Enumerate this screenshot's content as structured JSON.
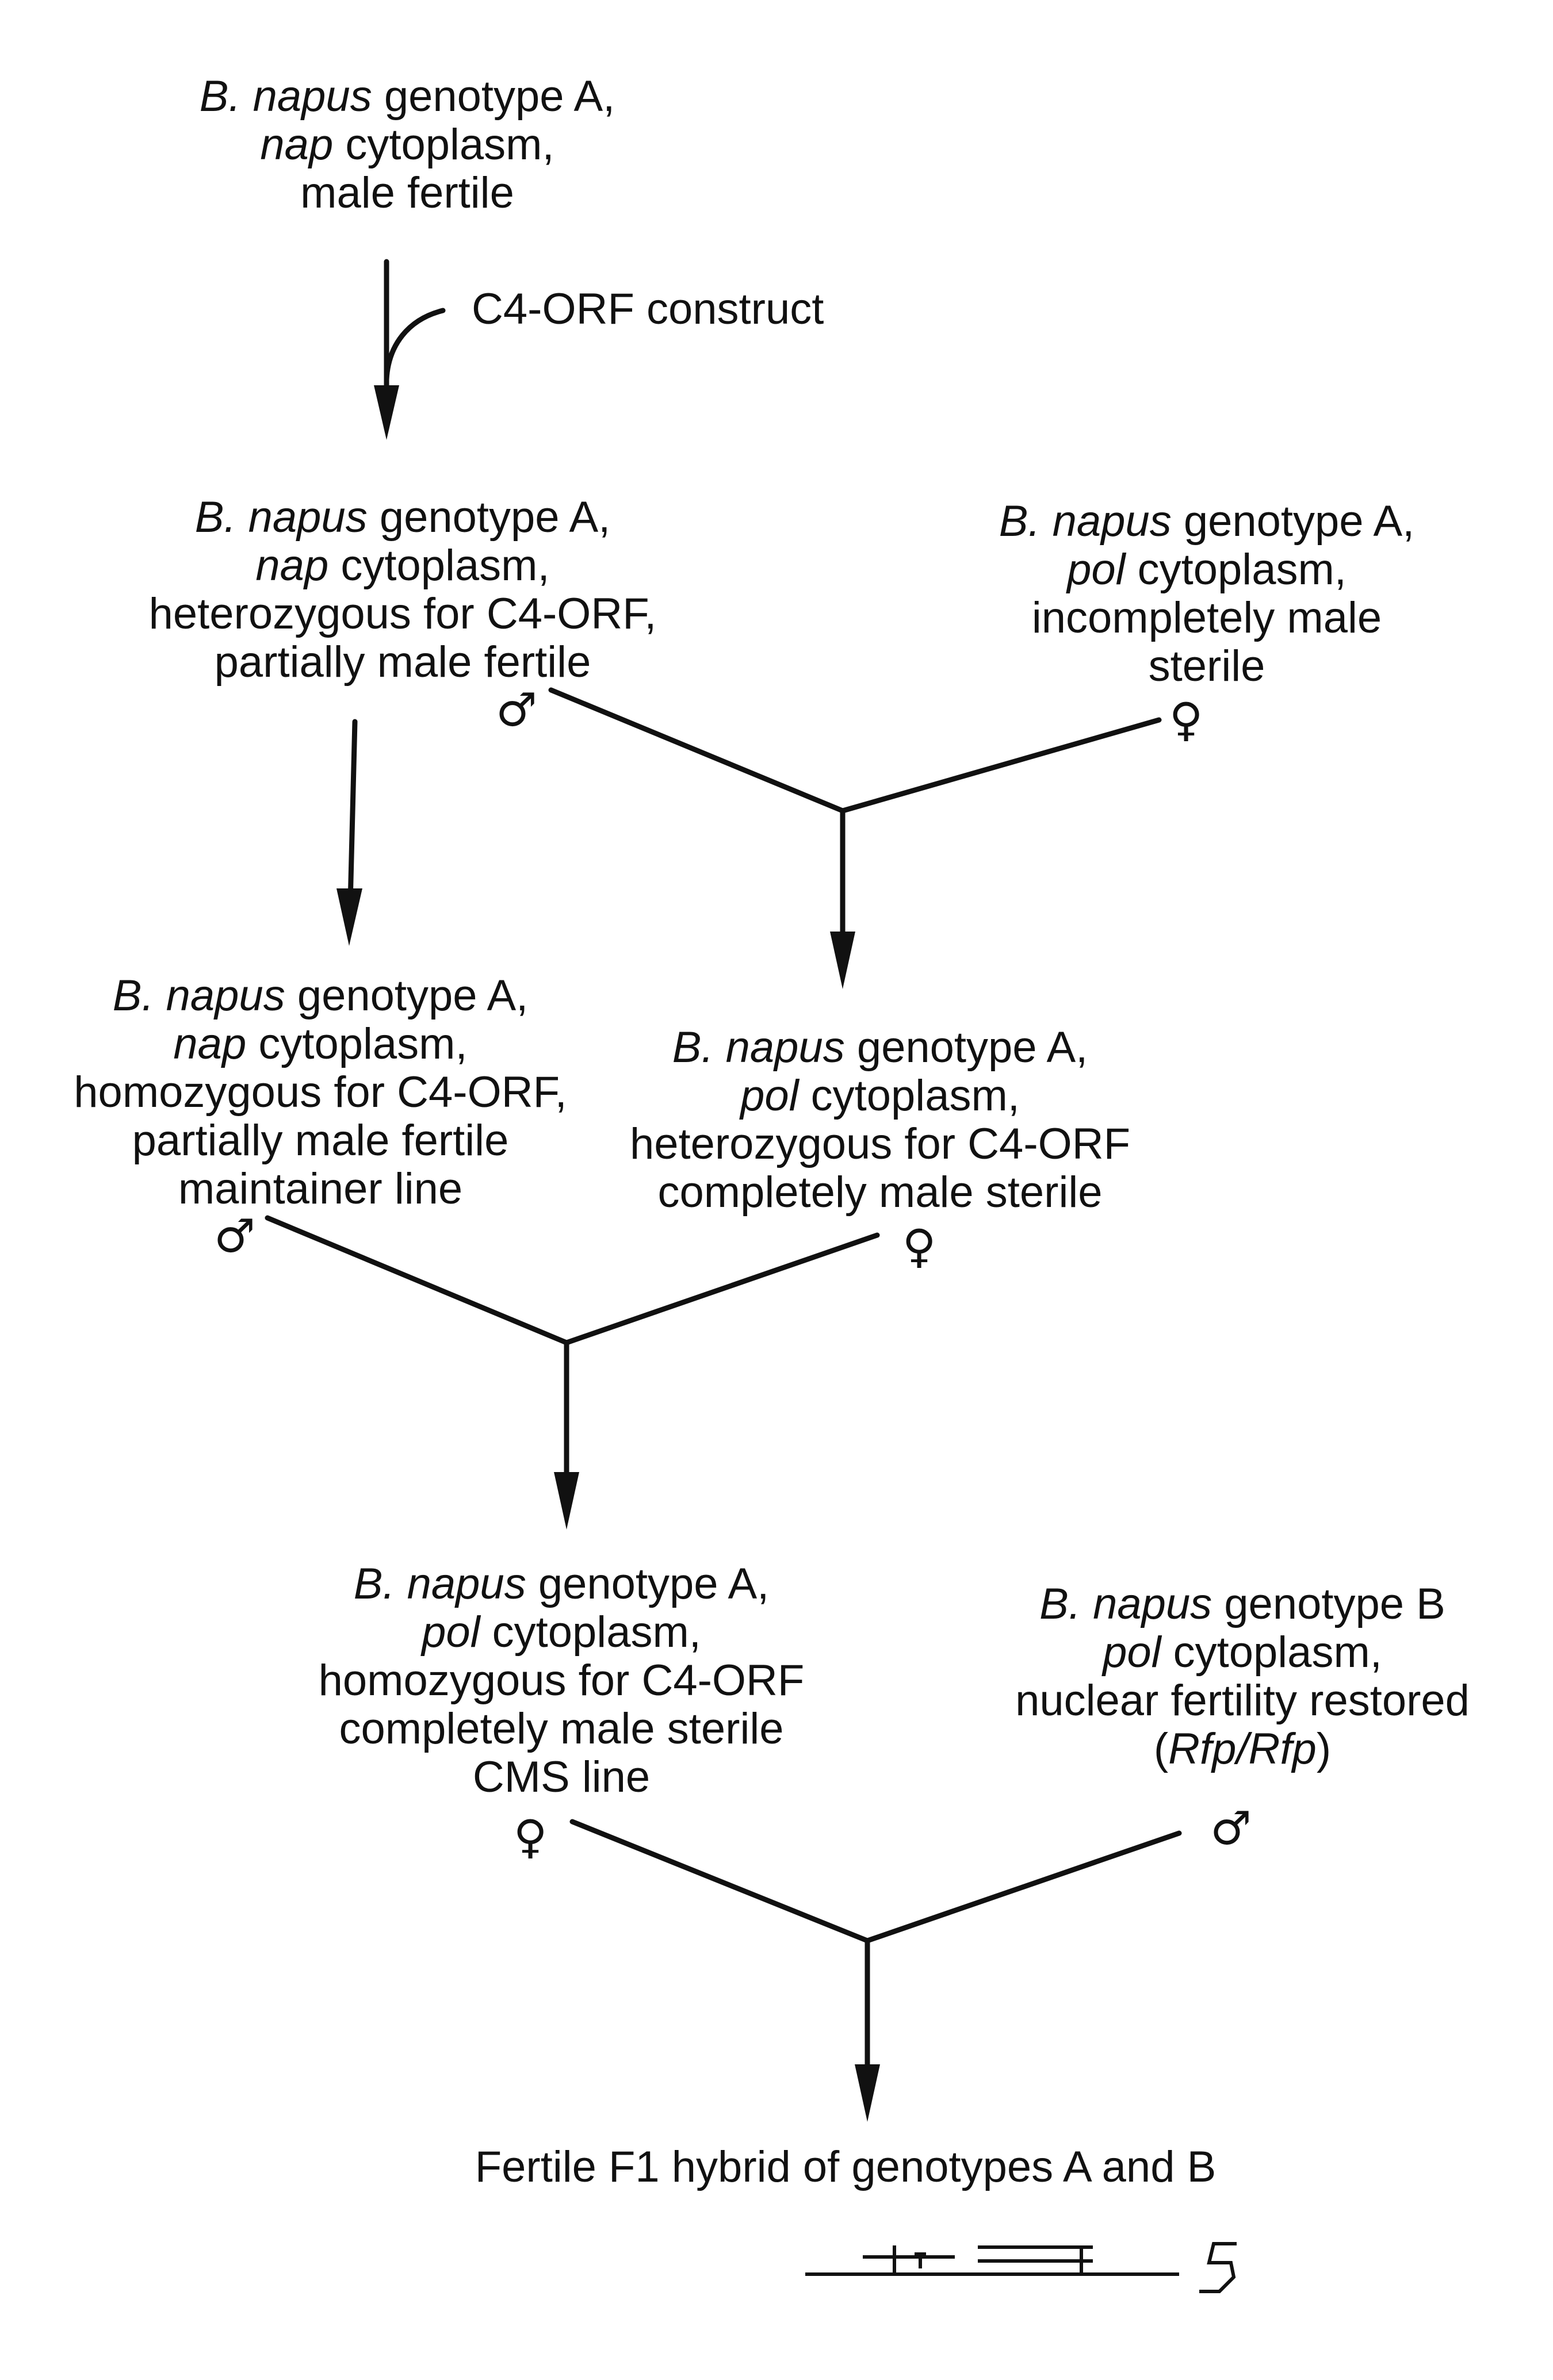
{
  "nodes": {
    "n1": {
      "l1_i": "B. napus",
      "l1_r": " genotype A,",
      "l2_i": "nap",
      "l2_r": " cytoplasm,",
      "l3": "male fertile"
    },
    "n2": {
      "l1_i": "B. napus",
      "l1_r": " genotype A,",
      "l2_i": "nap",
      "l2_r": " cytoplasm,",
      "l3": "heterozygous for C4-ORF,",
      "l4": "partially male fertile"
    },
    "n3": {
      "l1_i": "B. napus",
      "l1_r": " genotype A,",
      "l2_i": "pol",
      "l2_r": " cytoplasm,",
      "l3": "incompletely male",
      "l4": "sterile"
    },
    "n4": {
      "l1_i": "B. napus",
      "l1_r": " genotype A,",
      "l2_i": "nap",
      "l2_r": " cytoplasm,",
      "l3": "homozygous for C4-ORF,",
      "l4": "partially male fertile",
      "l5": "maintainer line"
    },
    "n5": {
      "l1_i": "B. napus",
      "l1_r": " genotype A,",
      "l2_i": "pol",
      "l2_r": " cytoplasm,",
      "l3": "heterozygous for C4-ORF",
      "l4": "completely male sterile"
    },
    "n6": {
      "l1_i": "B. napus",
      "l1_r": " genotype A,",
      "l2_i": "pol",
      "l2_r": " cytoplasm,",
      "l3": "homozygous for C4-ORF",
      "l4": "completely male sterile",
      "l5": "CMS line"
    },
    "n7": {
      "l1_i": "B. napus",
      "l1_r": " genotype B",
      "l2_i": "pol",
      "l2_r": " cytoplasm,",
      "l3": "nuclear fertility restored",
      "l4_a": "(",
      "l4_i": "Rfp/Rfp",
      "l4_b": ")"
    },
    "n8": {
      "l1": "Fertile F1 hybrid of genotypes A and B"
    }
  },
  "transform_label": "C4-ORF construct",
  "symbols": {
    "male": "♂",
    "female": "♀"
  },
  "figure_label": "FIG. 5",
  "colors": {
    "ink": "#111111",
    "background": "#ffffff"
  }
}
